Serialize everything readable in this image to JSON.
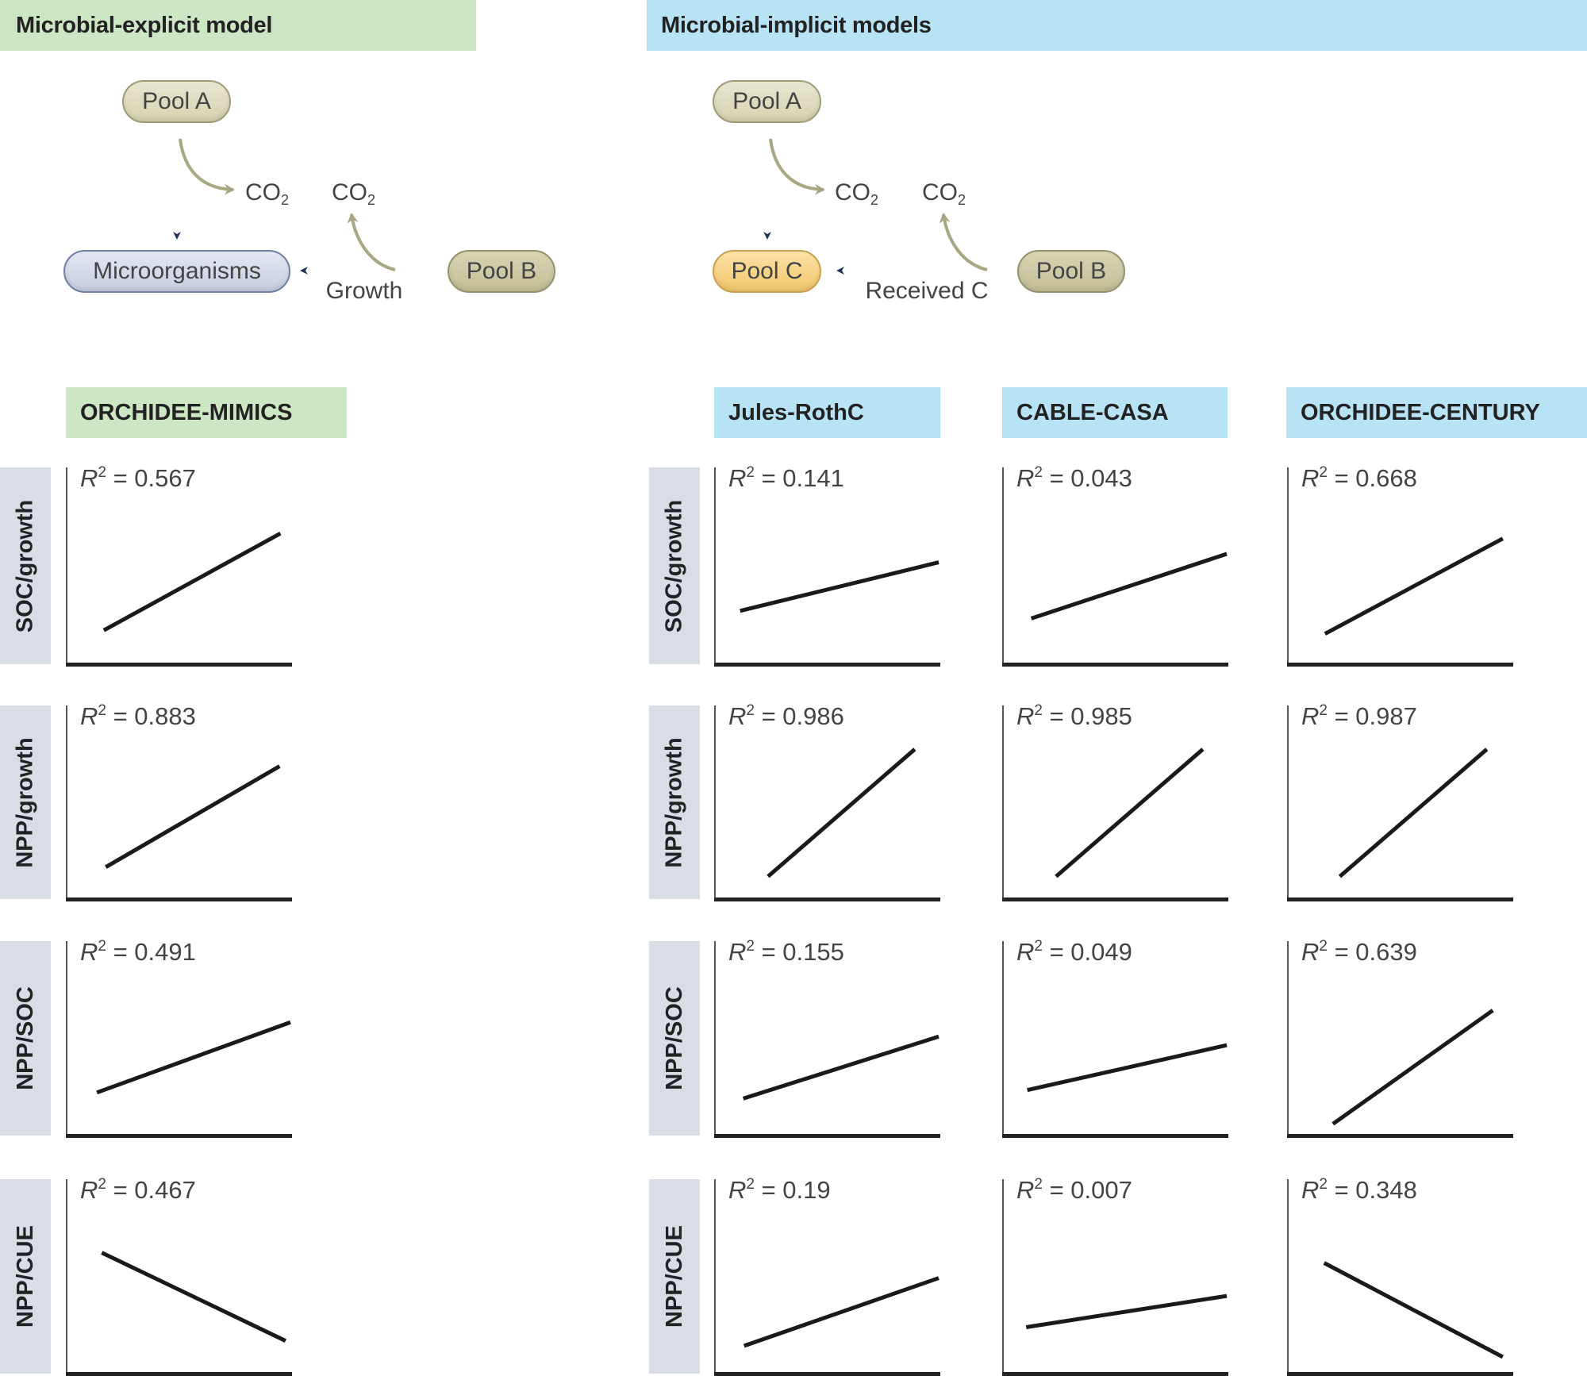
{
  "sections": {
    "explicit_title": "Microbial-explicit model",
    "implicit_title": "Microbial-implicit models"
  },
  "explicit_diagram": {
    "pool_a": "Pool A",
    "microorganisms": "Microorganisms",
    "pool_b": "Pool B",
    "co2_1": "CO",
    "co2_2": "CO",
    "co2_sub": "2",
    "flow_label": "Growth"
  },
  "implicit_diagram": {
    "pool_a": "Pool A",
    "pool_c": "Pool C",
    "pool_b": "Pool B",
    "co2_1": "CO",
    "co2_2": "CO",
    "co2_sub": "2",
    "flow_label": "Received C"
  },
  "colors": {
    "explicit_band": "#cde6c4",
    "implicit_band": "#b8e3f5",
    "row_label_bg": "#d8dde6",
    "flow_arrow": "#1f3557",
    "co2_arrow": "#a9a783",
    "line": "#1a1a1a"
  },
  "r2_prefix": "R",
  "r2_sup": "2",
  "r2_eq": " = ",
  "chart_data": {
    "type": "line",
    "title": "Linear relationships of soil carbon variables per model",
    "row_labels": [
      "SOC/growth",
      "NPP/growth",
      "NPP/SOC",
      "NPP/CUE"
    ],
    "models": [
      {
        "name": "ORCHIDEE-MIMICS",
        "group": "Microbial-explicit",
        "panels": [
          {
            "r2": "0.567",
            "slope": "positive",
            "line_start": [
              0.157,
              0.186
            ],
            "line_end": [
              0.955,
              0.773
            ]
          },
          {
            "r2": "0.883",
            "slope": "positive",
            "line_start": [
              0.166,
              0.178
            ],
            "line_end": [
              0.951,
              0.801
            ]
          },
          {
            "r2": "0.491",
            "slope": "positive",
            "line_start": [
              0.126,
              0.245
            ],
            "line_end": [
              1.0,
              0.677
            ]
          },
          {
            "r2": "0.467",
            "slope": "negative",
            "line_start": [
              0.148,
              0.724
            ],
            "line_end": [
              0.978,
              0.182
            ]
          }
        ]
      },
      {
        "name": "Jules-RothC",
        "group": "Microbial-implicit",
        "panels": [
          {
            "r2": "0.141",
            "slope": "positive",
            "line_start": [
              0.103,
              0.304
            ],
            "line_end": [
              1.0,
              0.598
            ]
          },
          {
            "r2": "0.986",
            "slope": "positive",
            "line_start": [
              0.229,
              0.12
            ],
            "line_end": [
              0.892,
              0.906
            ]
          },
          {
            "r2": "0.155",
            "slope": "positive",
            "line_start": [
              0.117,
              0.208
            ],
            "line_end": [
              1.0,
              0.589
            ]
          },
          {
            "r2": "0.19",
            "slope": "positive",
            "line_start": [
              0.121,
              0.151
            ],
            "line_end": [
              1.0,
              0.568
            ]
          }
        ]
      },
      {
        "name": "CABLE-CASA",
        "group": "Microbial-implicit",
        "panels": [
          {
            "r2": "0.043",
            "slope": "positive",
            "line_start": [
              0.117,
              0.258
            ],
            "line_end": [
              1.0,
              0.649
            ]
          },
          {
            "r2": "0.985",
            "slope": "positive",
            "line_start": [
              0.229,
              0.12
            ],
            "line_end": [
              0.892,
              0.906
            ]
          },
          {
            "r2": "0.049",
            "slope": "positive",
            "line_start": [
              0.099,
              0.26
            ],
            "line_end": [
              1.0,
              0.536
            ]
          },
          {
            "r2": "0.007",
            "slope": "positive",
            "line_start": [
              0.094,
              0.266
            ],
            "line_end": [
              1.0,
              0.458
            ]
          }
        ]
      },
      {
        "name": "ORCHIDEE-CENTURY",
        "group": "Microbial-implicit",
        "panels": [
          {
            "r2": "0.668",
            "slope": "positive",
            "line_start": [
              0.157,
              0.165
            ],
            "line_end": [
              0.96,
              0.742
            ]
          },
          {
            "r2": "0.987",
            "slope": "positive",
            "line_start": [
              0.224,
              0.12
            ],
            "line_end": [
              0.888,
              0.906
            ]
          },
          {
            "r2": "0.639",
            "slope": "positive",
            "line_start": [
              0.193,
              0.052
            ],
            "line_end": [
              0.915,
              0.75
            ]
          },
          {
            "r2": "0.348",
            "slope": "negative",
            "line_start": [
              0.153,
              0.661
            ],
            "line_end": [
              0.96,
              0.083
            ]
          }
        ]
      }
    ],
    "xlabel": "",
    "ylabel": "",
    "axis_ranges": {
      "x": [
        0,
        1
      ],
      "y": [
        0,
        1
      ]
    },
    "grid": false,
    "ticks": false
  }
}
